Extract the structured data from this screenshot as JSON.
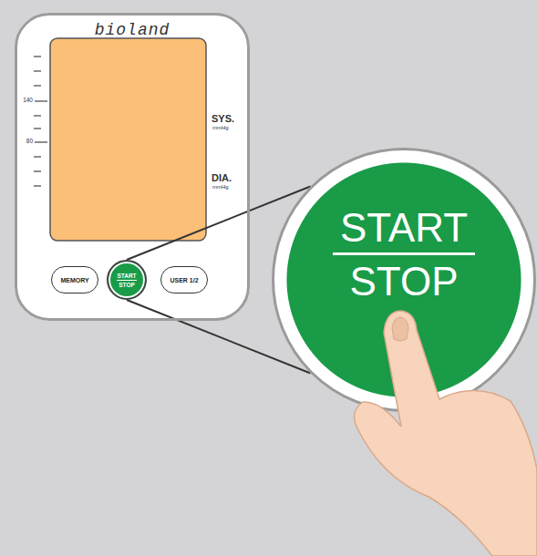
{
  "diagram": {
    "nodes": [
      {
        "text": [
          "bioland"
        ]
      },
      {
        "text": [
          "MEMORY"
        ],
        "in": 0
      },
      {
        "text": [
          "START",
          "STOP"
        ],
        "in": 0
      },
      {
        "text": [
          "USER 1/2"
        ],
        "in": 0
      },
      {
        "text": [
          "START",
          "STOP"
        ]
      }
    ],
    "edges": [
      {
        "from": 2,
        "to": 4,
        "arrow": "none"
      },
      {
        "from": 2,
        "to": 4,
        "arrow": "none"
      }
    ],
    "labels": [
      "140",
      "80",
      "SYS.",
      "mmHg",
      "DIA.",
      "mmHg"
    ]
  }
}
